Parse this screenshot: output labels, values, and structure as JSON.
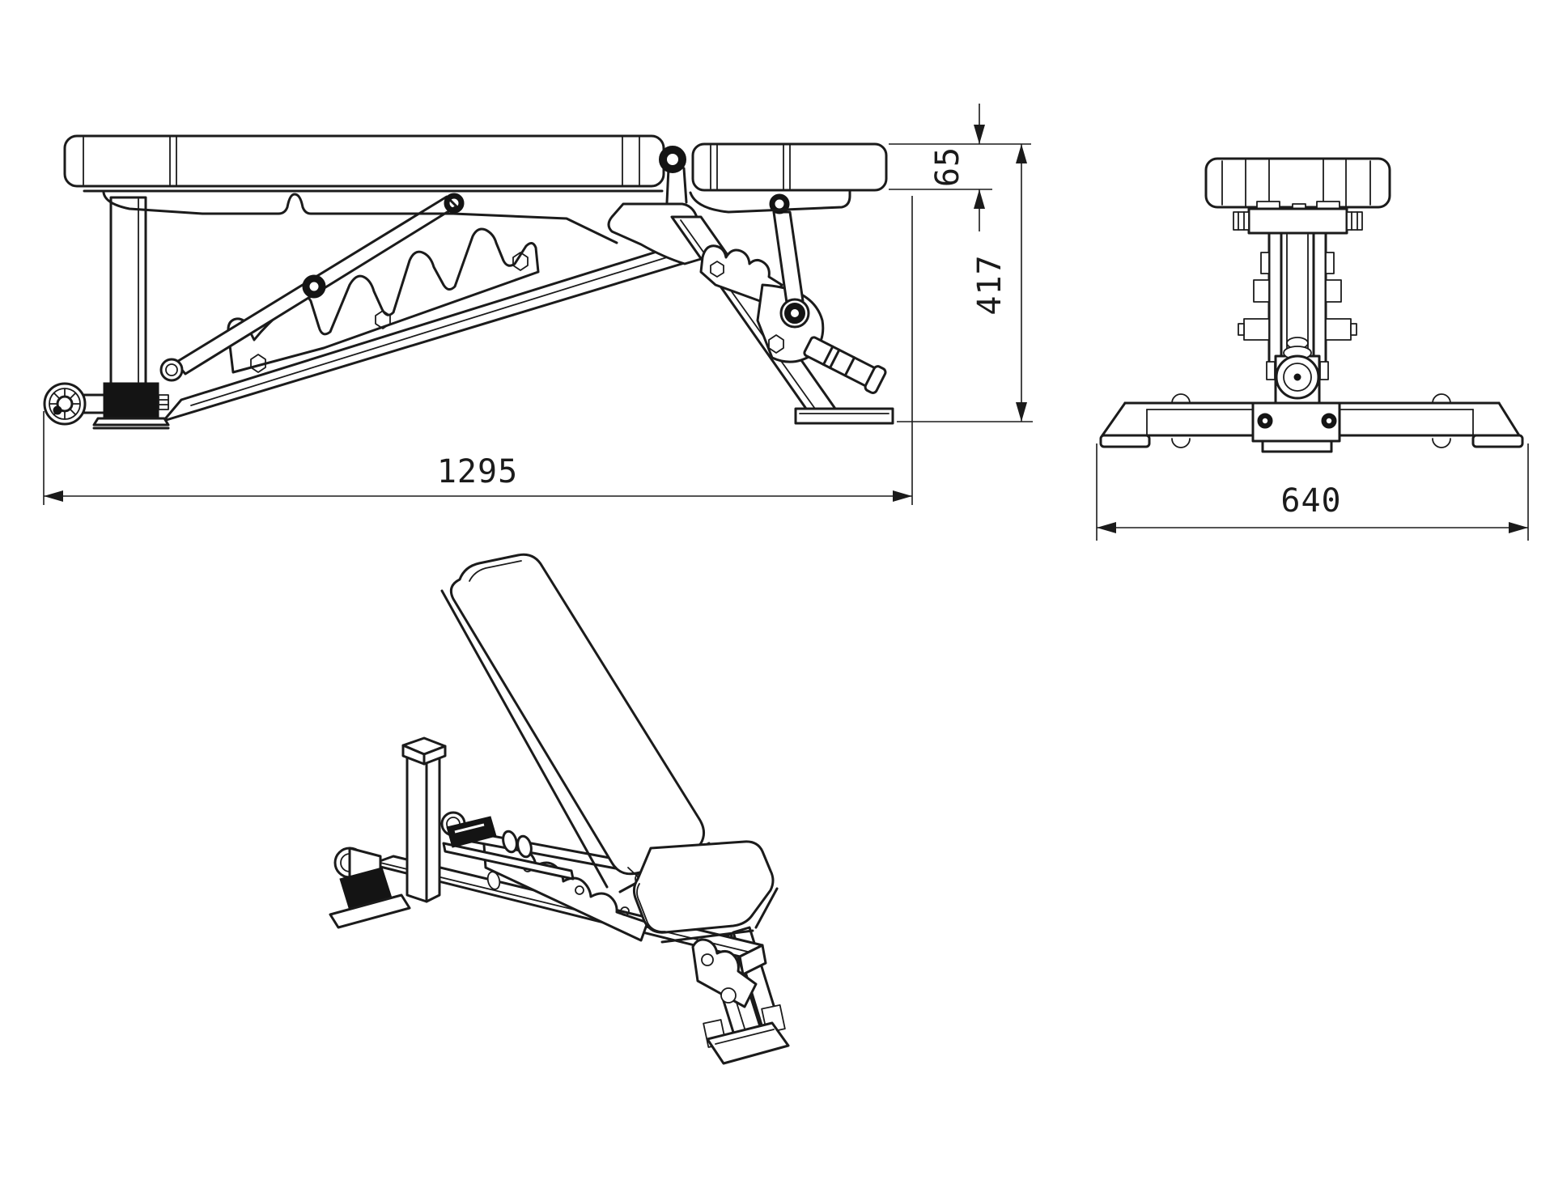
{
  "drawing": {
    "background_color": "#ffffff",
    "line_color": "#1b1b1b",
    "dimensions": {
      "overall_length": "1295",
      "pad_thickness": "65",
      "seat_height": "417",
      "base_width": "640"
    }
  }
}
